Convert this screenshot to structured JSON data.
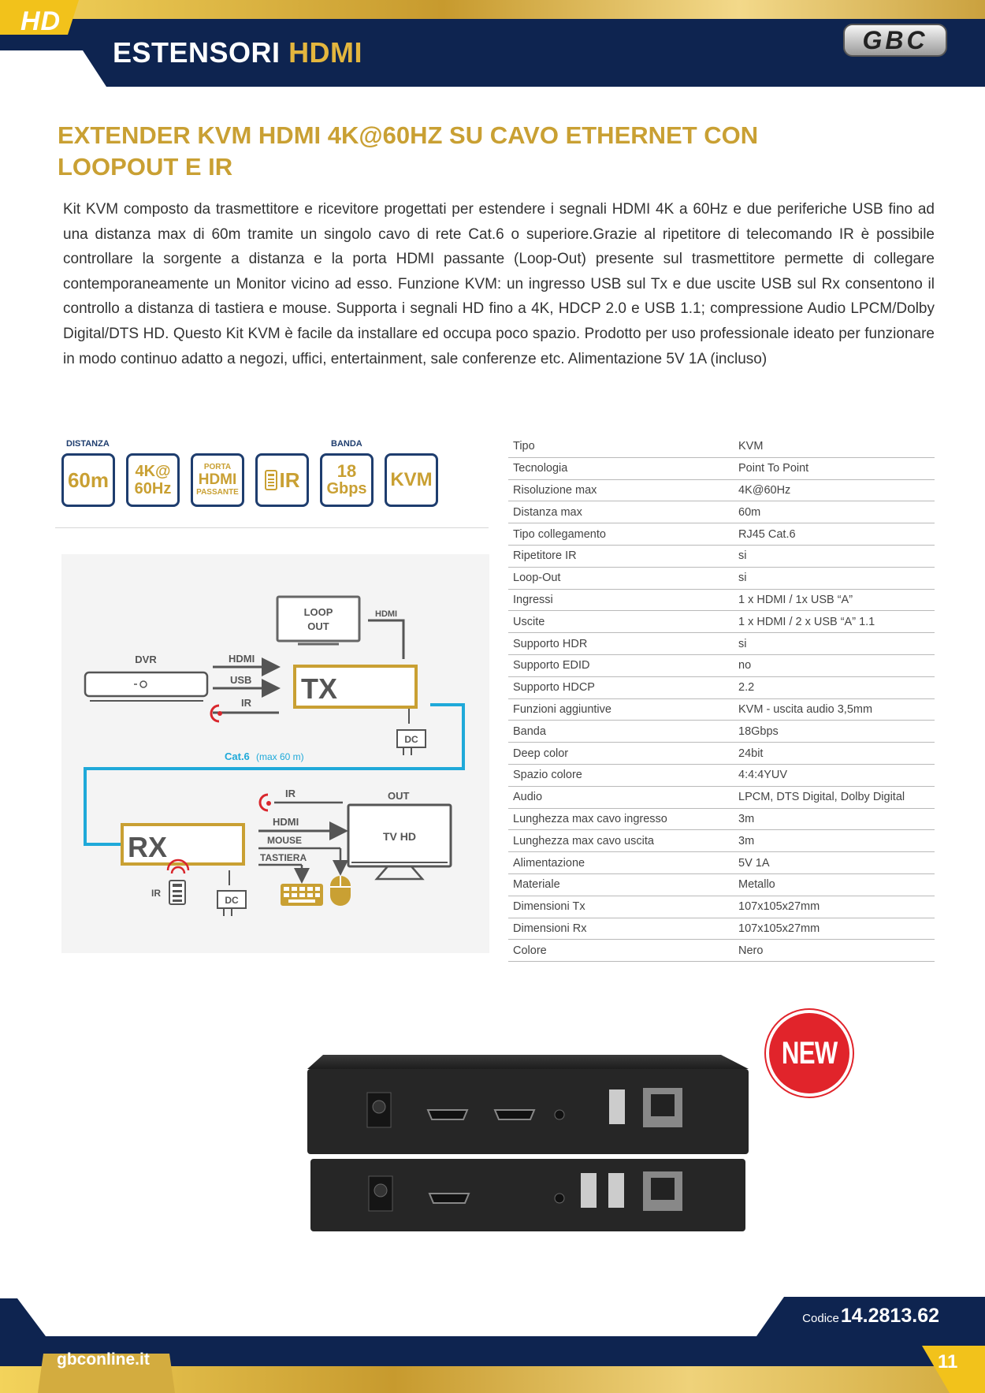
{
  "header": {
    "badge": "HD",
    "section_title": "ESTENSORI",
    "section_accent": "HDMI",
    "logo_text": "GBC"
  },
  "product_title": "EXTENDER KVM HDMI 4K@60HZ SU CAVO ETHERNET CON LOOPOUT E IR",
  "description": "Kit KVM composto da trasmettitore e ricevitore progettati per estendere i segnali HDMI 4K a 60Hz e due periferiche USB fino ad una distanza max di 60m tramite  un singolo cavo di rete Cat.6 o superiore.Grazie al ripetitore di telecomando IR è possibile controllare la sorgente a distanza e la porta HDMI passante (Loop-Out) presente sul trasmettitore permette di collegare contemporaneamente un Monitor vicino ad esso. Funzione KVM: un ingresso USB sul Tx e due uscite USB sul Rx consentono il controllo a distanza di tastiera e mouse. Supporta i segnali HD fino a 4K, HDCP 2.0 e USB 1.1; compressione Audio LPCM/Dolby Digital/DTS HD. Questo Kit KVM è facile da installare ed occupa poco spazio.  Prodotto per uso professionale ideato per funzionare in modo continuo adatto a negozi, uffici, entertainment, sale conferenze etc. Alimentazione 5V 1A (incluso)",
  "features": {
    "label_distance": "DISTANZA",
    "label_band": "BANDA",
    "distance": "60m",
    "res_line1": "4K@",
    "res_line2": "60Hz",
    "port_top": "PORTA",
    "port_mid": "HDMI",
    "port_bottom": "PASSANTE",
    "ir": "IR",
    "band_line1": "18",
    "band_line2": "Gbps",
    "kvm": "KVM"
  },
  "diagram": {
    "dvr": "DVR",
    "loop_out_1": "LOOP",
    "loop_out_2": "OUT",
    "hdmi_top": "HDMI",
    "hdmi_in": "HDMI",
    "usb": "USB",
    "ir_tx": "IR",
    "tx": "TX",
    "dc_tx": "DC",
    "cable": "Cat.6",
    "cable_note": "(max 60 m)",
    "ir_rx": "IR",
    "out": "OUT",
    "hdmi_out": "HDMI",
    "mouse": "MOUSE",
    "tastiera": "TASTIERA",
    "tv": "TV HD",
    "rx": "RX",
    "ir_remote": "IR",
    "dc_rx": "DC"
  },
  "specs": [
    {
      "k": "Tipo",
      "v": "KVM"
    },
    {
      "k": "Tecnologia",
      "v": "Point To Point"
    },
    {
      "k": "Risoluzione max",
      "v": "4K@60Hz"
    },
    {
      "k": "Distanza max",
      "v": "60m"
    },
    {
      "k": "Tipo collegamento",
      "v": "RJ45 Cat.6"
    },
    {
      "k": "Ripetitore IR",
      "v": "si"
    },
    {
      "k": "Loop-Out",
      "v": "si"
    },
    {
      "k": "Ingressi",
      "v": "1 x HDMI / 1x USB “A”"
    },
    {
      "k": "Uscite",
      "v": "1 x HDMI / 2 x USB “A” 1.1"
    },
    {
      "k": "Supporto HDR",
      "v": "si"
    },
    {
      "k": "Supporto EDID",
      "v": "no"
    },
    {
      "k": "Supporto HDCP",
      "v": "2.2"
    },
    {
      "k": "Funzioni aggiuntive",
      "v": "KVM - uscita audio 3,5mm"
    },
    {
      "k": "Banda",
      "v": "18Gbps"
    },
    {
      "k": "Deep color",
      "v": "24bit"
    },
    {
      "k": "Spazio colore",
      "v": "4:4:4YUV"
    },
    {
      "k": "Audio",
      "v": "LPCM, DTS Digital, Dolby Digital"
    },
    {
      "k": "Lunghezza max cavo ingresso",
      "v": "3m"
    },
    {
      "k": "Lunghezza max cavo uscita",
      "v": "3m"
    },
    {
      "k": "Alimentazione",
      "v": "5V 1A"
    },
    {
      "k": "Materiale",
      "v": "Metallo"
    },
    {
      "k": "Dimensioni Tx",
      "v": "107x105x27mm"
    },
    {
      "k": "Dimensioni Rx",
      "v": "107x105x27mm"
    },
    {
      "k": "Colore",
      "v": "Nero"
    }
  ],
  "badge_new": "NEW",
  "footer": {
    "code_label": "Codice",
    "code": "14.2813.62",
    "site": "gbconline.it",
    "page": "11"
  },
  "colors": {
    "navy": "#0e2450",
    "gold": "#c9a033",
    "cable_blue": "#1fa9d9",
    "ir_red": "#d9262c",
    "new_red": "#e1242b"
  }
}
